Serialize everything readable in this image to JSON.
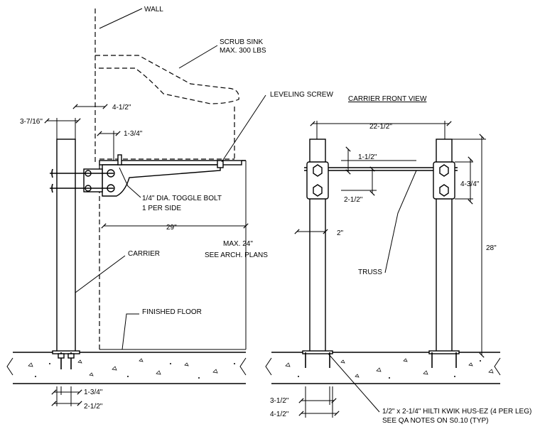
{
  "side_view": {
    "labels": {
      "wall": "WALL",
      "scrub_sink": "SCRUB SINK",
      "max_weight": "MAX. 300 LBS",
      "leveling_screw": "LEVELING SCREW",
      "toggle_bolt": "1/4\" DIA. TOGGLE BOLT",
      "per_side": "1 PER SIDE",
      "max_24": "MAX. 24\"",
      "arch_plans": "SEE ARCH. PLANS",
      "carrier": "CARRIER",
      "finished_floor": "FINISHED FLOOR"
    },
    "dimensions": {
      "d_3_7_16": "3-7/16\"",
      "d_4_1_2": "4-1/2\"",
      "d_1_3_4_top": "1-3/4\"",
      "d_29": "29\"",
      "d_1_3_4_bottom": "1-3/4\"",
      "d_2_1_2_bottom": "2-1/2\""
    }
  },
  "front_view": {
    "title": "CARRIER FRONT VIEW",
    "labels": {
      "truss": "TRUSS",
      "anchor_1": "1/2\" x 2-1/4\" HILTI KWIK HUS-EZ  (4 PER LEG)",
      "anchor_2": "SEE QA NOTES ON S0.10 (TYP)"
    },
    "dimensions": {
      "d_22_1_2": "22-1/2\"",
      "d_1_1_2": "1-1/2\"",
      "d_2_1_2": "2-1/2\"",
      "d_4_3_4": "4-3/4\"",
      "d_2": "2\"",
      "d_28": "28\"",
      "d_3_1_2": "3-1/2\"",
      "d_4_1_2": "4-1/2\""
    }
  }
}
